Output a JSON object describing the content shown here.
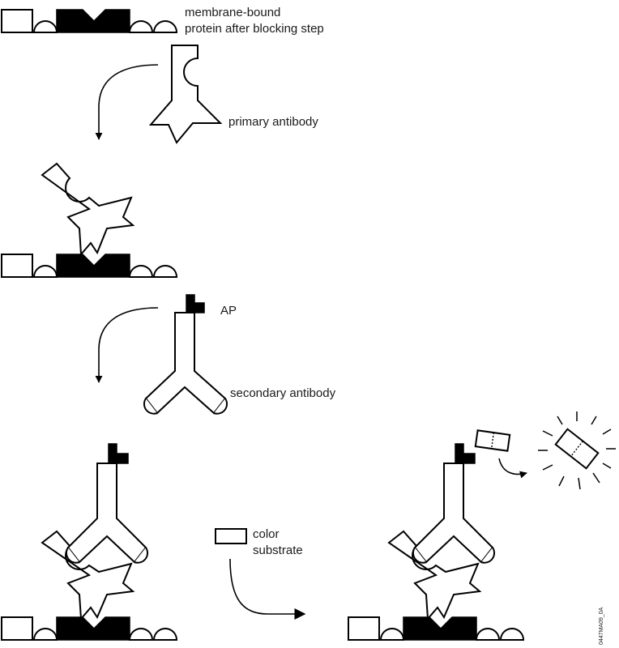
{
  "labels": {
    "membrane_line1": "membrane-bound",
    "membrane_line2": "protein after blocking step",
    "primary_antibody": "primary antibody",
    "ap": "AP",
    "secondary_antibody": "secondary antibody",
    "color_line1": "color",
    "color_line2": "substrate",
    "figure_code": "0447MA09_0A"
  },
  "colors": {
    "ink": "#000000",
    "background": "#ffffff"
  }
}
